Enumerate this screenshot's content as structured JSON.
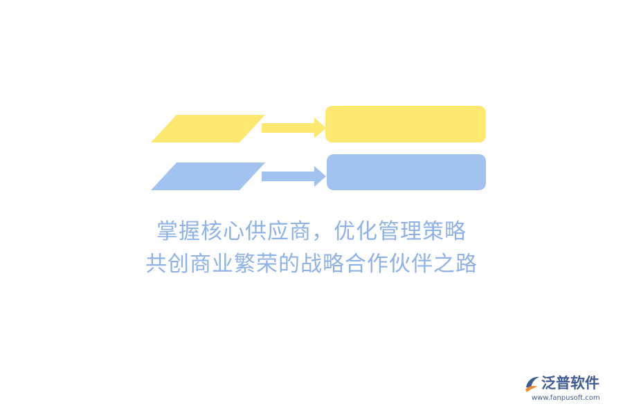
{
  "diagram": {
    "rows": [
      {
        "color": "#ffe86f"
      },
      {
        "color": "#a2c2f0"
      }
    ]
  },
  "title": {
    "line1": "掌握核心供应商，优化管理策略",
    "line2": "共创商业繁荣的战略合作伙伴之路",
    "color": "#8eb2e6"
  },
  "logo": {
    "name": "泛普软件",
    "url": "www.fanpusoft.com",
    "brand_color": "#3f5b91",
    "accent_color": "#f08c2e",
    "icon": "fanpu-logo-icon"
  }
}
